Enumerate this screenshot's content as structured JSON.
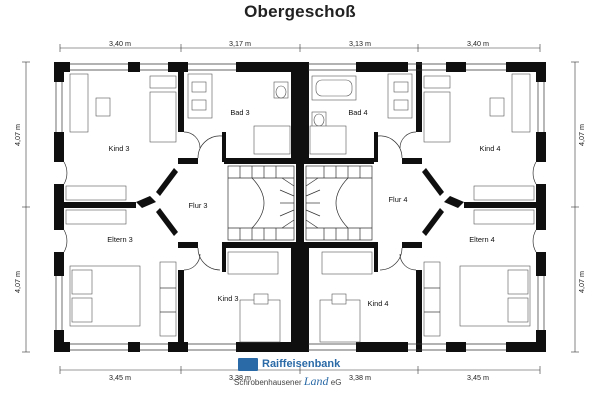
{
  "title": "Obergeschoß",
  "dimensions": {
    "top": [
      "3,40 m",
      "3,17 m",
      "3,13 m",
      "3,40 m"
    ],
    "bottom": [
      "3,45 m",
      "3,38 m",
      "3,38 m",
      "3,45 m"
    ],
    "left": [
      "4,07 m",
      "4,07 m"
    ],
    "right": [
      "4,07 m",
      "4,07 m"
    ]
  },
  "rooms": {
    "kind3_top": "Kind 3",
    "bad3": "Bad 3",
    "bad4": "Bad 4",
    "kind4_top": "Kind 4",
    "flur3": "Flur 3",
    "flur4": "Flur 4",
    "eltern3": "Eltern 3",
    "eltern4": "Eltern 4",
    "kind3_bottom": "Kind 3",
    "kind4_bottom": "Kind 4"
  },
  "logo": {
    "name": "Raiffeisenbank",
    "sub_prefix": "Schrobenhausener",
    "sub_land": "Land",
    "sub_suffix": "eG"
  }
}
